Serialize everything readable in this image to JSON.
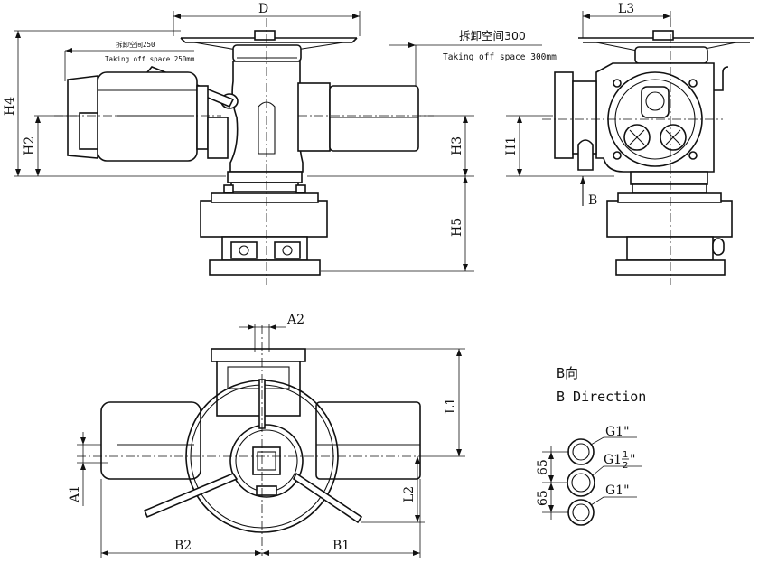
{
  "dimensions": {
    "D": "D",
    "L3": "L3",
    "H4": "H4",
    "H2": "H2",
    "H3": "H3",
    "H5": "H5",
    "H1": "H1",
    "B_arrow": "B",
    "A2": "A2",
    "A1": "A1",
    "L1": "L1",
    "L2": "L2",
    "B1": "B1",
    "B2": "B2"
  },
  "notes": {
    "takeoff_250_cn": "拆卸空间250",
    "takeoff_250_en": "Taking off space 250mm",
    "takeoff_300_cn": "拆卸空间300",
    "takeoff_300_en": "Taking off space 300mm"
  },
  "b_direction": {
    "title_cn": "B向",
    "title_en": "B Direction",
    "spacing_top": "65",
    "spacing_bottom": "65",
    "port_top": "G1\"",
    "port_mid_main": "G1",
    "port_mid_num": "1",
    "port_mid_den": "2",
    "port_mid_suffix": "\"",
    "port_bottom": "G1\""
  }
}
